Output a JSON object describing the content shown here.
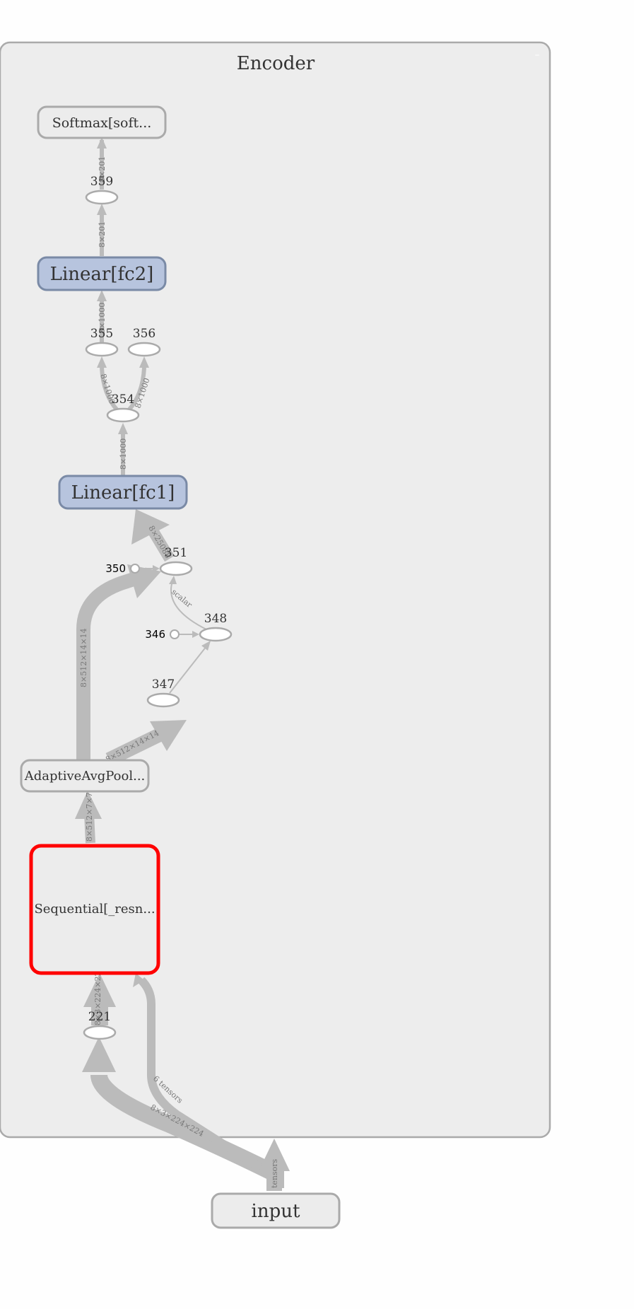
{
  "graph": {
    "group_title": "Encoder",
    "collapse_glyph": "–",
    "nodes": {
      "softmax": "Softmax[soft...",
      "linear_fc2": "Linear[fc2]",
      "linear_fc1": "Linear[fc1]",
      "adaptive_avg_pool": "AdaptiveAvgPool...",
      "sequential": "Sequential[_resn...",
      "input": "input",
      "op_359": "359",
      "op_355": "355",
      "op_356": "356",
      "op_354": "354",
      "op_351": "351",
      "op_350": "350",
      "op_348": "348",
      "op_346": "346",
      "op_347": "347",
      "op_221": "221"
    },
    "edge_labels": {
      "e_359_softmax": "8×201",
      "e_fc2_359": "8×201",
      "e_355_fc2": "8×1000",
      "e_354_355": "8×1000",
      "e_354_356": "8×1000",
      "e_fc1_354": "8×1000",
      "e_351_fc1": "8×25088",
      "e_348_351": "scalar",
      "e_pool_351": "8×512×14×14",
      "e_pool_347": "8×512×14×14",
      "e_seq_pool": "8×512×7×7",
      "e_221_seq": "8×3×224×224",
      "e_input_221": "8×3×224×224",
      "e_input_seq": "6 tensors",
      "e_input_out": "tensors"
    },
    "colors": {
      "group_fill": "#ededed",
      "group_stroke": "#aaaaaa",
      "module_fill": "#b7c4de",
      "module_stroke": "#7a8aa6",
      "edge": "#bbbbbb",
      "selected": "#ff0000"
    }
  }
}
